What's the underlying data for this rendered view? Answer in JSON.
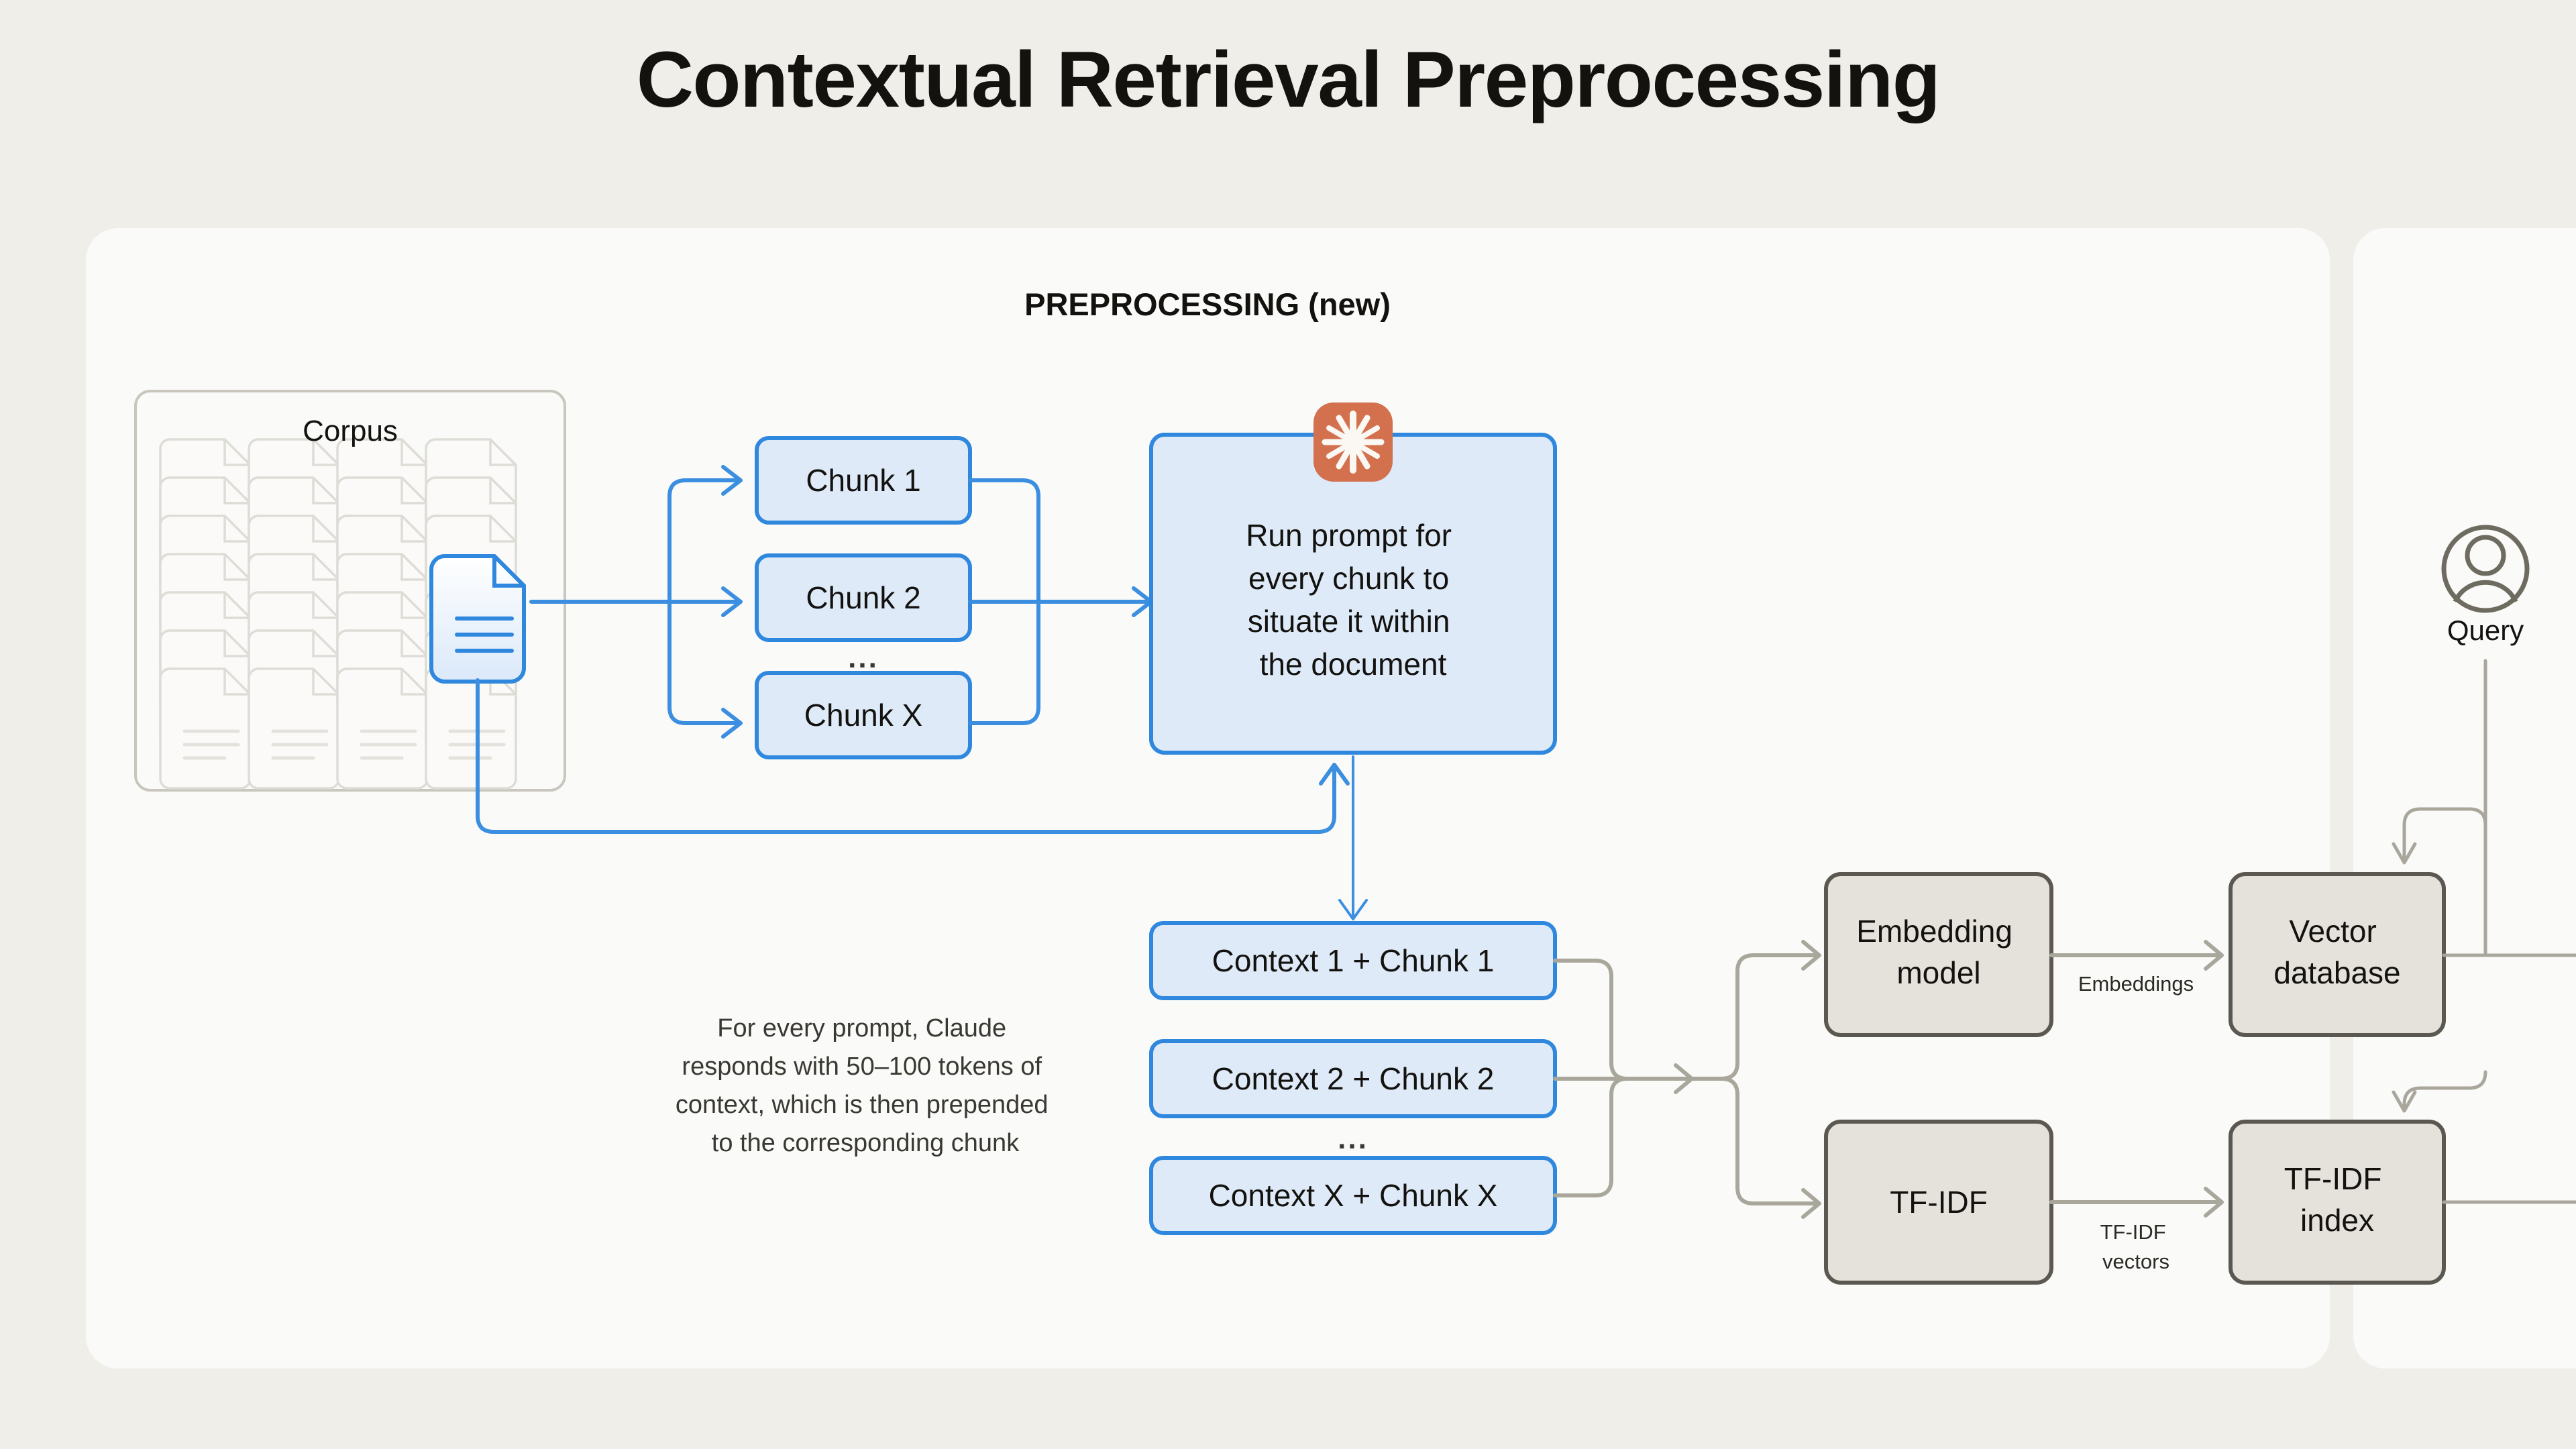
{
  "page": {
    "title": "Contextual Retrieval Preprocessing",
    "background_color": "#F0EEE9",
    "panel_color": "#FAFAF8"
  },
  "colors": {
    "accent_blue": "#3B8EE0",
    "blue_fill": "#DEEAF8",
    "gray_fill": "#E5E2DC",
    "gray_stroke": "#5A5850",
    "connector_gray": "#A9A79C",
    "claude_orange": "#D3714E"
  },
  "panels": {
    "main": {
      "section_label": "PREPROCESSING (new)"
    },
    "side": {}
  },
  "corpus": {
    "label": "Corpus",
    "columns": 4,
    "rows": 7,
    "highlighted_doc": {
      "column": 4,
      "row": 4,
      "icon": "document-icon"
    }
  },
  "chunks": [
    {
      "label": "Chunk 1"
    },
    {
      "label": "Chunk 2"
    },
    {
      "label": "Chunk X"
    }
  ],
  "chunk_ellipsis": "...",
  "prompt_box": {
    "text_lines": [
      "Run prompt for",
      "every chunk to",
      "situate it within",
      "the document"
    ],
    "badge_icon": "claude-starburst-icon"
  },
  "note": {
    "lines": [
      "For every prompt, Claude",
      "responds with 50–100 tokens of",
      "context, which is then prepended",
      "to the corresponding chunk"
    ]
  },
  "contexts": [
    {
      "label": "Context 1 + Chunk 1"
    },
    {
      "label": "Context 2 + Chunk 2"
    },
    {
      "label": "Context X + Chunk X"
    }
  ],
  "context_ellipsis": "...",
  "pipeline": {
    "embedding_model": {
      "lines": [
        "Embedding",
        "model"
      ]
    },
    "tfidf": {
      "lines": [
        "TF-IDF"
      ]
    },
    "vector_database": {
      "lines": [
        "Vector",
        "database"
      ]
    },
    "tfidf_index": {
      "lines": [
        "TF-IDF",
        "index"
      ]
    }
  },
  "edge_labels": {
    "embeddings": "Embeddings",
    "tfidf_vectors_line1": "TF-IDF",
    "tfidf_vectors_line2": "vectors"
  },
  "query": {
    "label": "Query",
    "icon": "user-circle-icon"
  }
}
